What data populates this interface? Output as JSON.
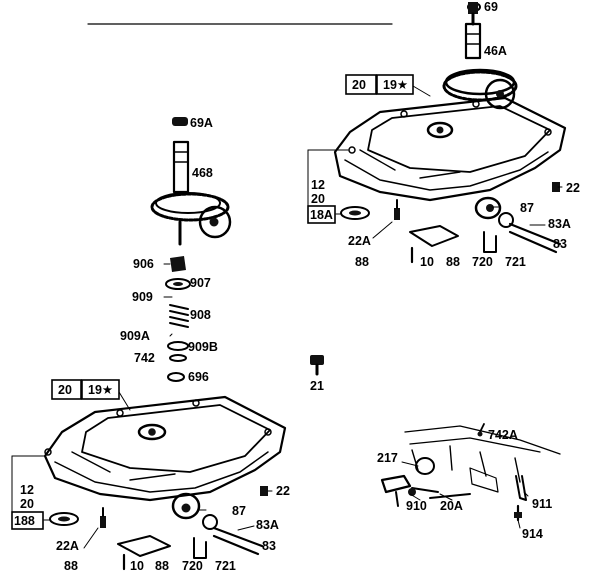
{
  "diagram": {
    "title": "",
    "upper_assembly": {
      "labels": {
        "l69": "69",
        "l46A": "46A",
        "l20": "20",
        "l19": "19★",
        "l12": "12",
        "l20b": "20",
        "l18A": "18A",
        "l22A": "22A",
        "l88a": "88",
        "l10": "10",
        "l88b": "88",
        "l720": "720",
        "l721": "721",
        "l87": "87",
        "l83A": "83A",
        "l83": "83",
        "l22": "22"
      }
    },
    "gear_stack": {
      "labels": {
        "l69A": "69A",
        "l468": "468",
        "l906": "906",
        "l907": "907",
        "l909": "909",
        "l908": "908",
        "l909A": "909A",
        "l909B": "909B",
        "l742": "742",
        "l696": "696",
        "l21": "21"
      }
    },
    "lower_assembly": {
      "labels": {
        "l20": "20",
        "l19": "19★",
        "l12": "12",
        "l20b": "20",
        "l188": "188",
        "l22A": "22A",
        "l88a": "88",
        "l10": "10",
        "l88b": "88",
        "l720": "720",
        "l721": "721",
        "l87": "87",
        "l83A": "83A",
        "l83": "83",
        "l22": "22"
      }
    },
    "linkage_detail": {
      "labels": {
        "l742A": "742A",
        "l217": "217",
        "l910": "910",
        "l20A": "20A",
        "l911": "911",
        "l914": "914"
      }
    }
  }
}
